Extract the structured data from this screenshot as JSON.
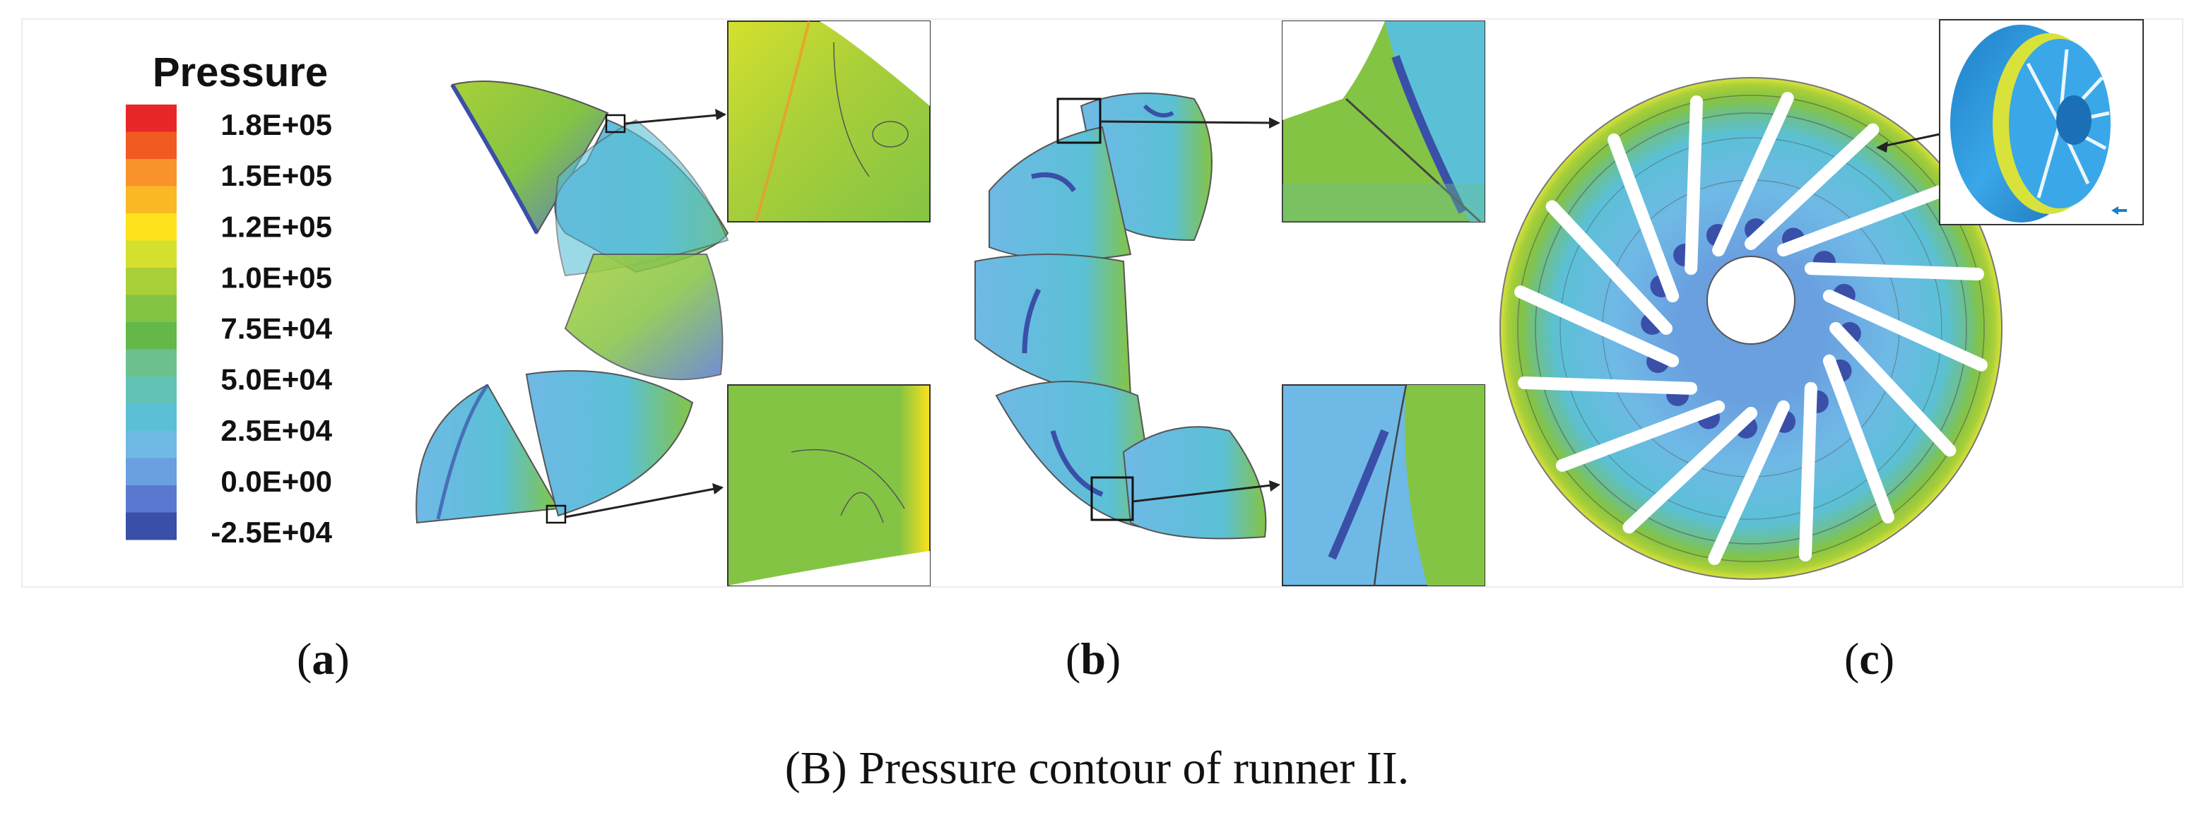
{
  "legend": {
    "title": "Pressure",
    "levels": [
      "1.8E+05",
      "1.5E+05",
      "1.2E+05",
      "1.0E+05",
      "7.5E+04",
      "5.0E+04",
      "2.5E+04",
      "0.0E+00",
      "-2.5E+04"
    ],
    "colors": [
      "#e8272a",
      "#f25a23",
      "#f7932a",
      "#fbb824",
      "#fde21c",
      "#d5e02e",
      "#a9cf39",
      "#84c444",
      "#64b849",
      "#6cc08e",
      "#62c3b4",
      "#5bc0d6",
      "#6fb9e6",
      "#6a9fe0",
      "#5a78cf",
      "#3a4fa8"
    ]
  },
  "panels": {
    "a_label": "a",
    "b_label": "b",
    "c_label": "c"
  },
  "caption": "(B) Pressure contour of runner II.",
  "colors": {
    "green": "#84c444",
    "light_green": "#a9cf39",
    "cyan": "#5bc0d6",
    "light_blue": "#6fb9e6",
    "blue": "#6a9fe0",
    "dark_blue": "#3a4fa8",
    "yellow": "#d9e23a",
    "steel_blue": "#2f8fd0"
  }
}
